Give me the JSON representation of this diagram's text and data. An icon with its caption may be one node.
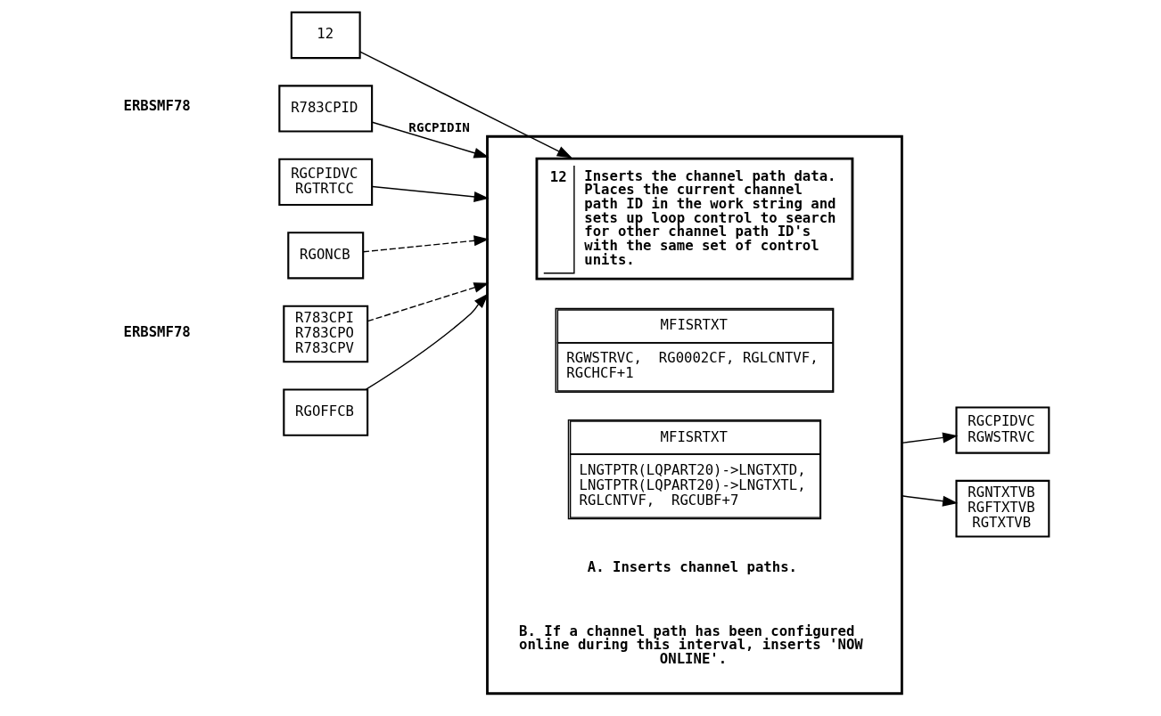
{
  "diagram": {
    "nodes": [
      {
        "text": [],
        "shape": "box"
      },
      {
        "text": [
          "12",
          "Inserts the channel path data. Places the current channel path ID in the work string and sets up loop control to search for other channel path ID's with the same set of control units."
        ],
        "in": 0
      },
      {
        "text": [
          "MFISRTXT",
          "RGWSTRVC,  RG0002CF, RGLCNTVF, RGCHCF+1"
        ],
        "in": 0
      },
      {
        "text": [
          "MFISRTXT",
          "LNGTPTR(LQPART20)->LNGTXTD, LNGTPTR(LQPART20)->LNGTXTL, RGLCNTVF,  RGCUBF+7"
        ],
        "in": 0
      },
      {
        "text": [
          "12"
        ]
      },
      {
        "text": [
          "R783CPID"
        ]
      },
      {
        "text": [
          "RGCPIDVC RGTRTCC"
        ]
      },
      {
        "text": [
          "RGONCB"
        ]
      },
      {
        "text": [
          "R783CPI  R783CPO R783CPV"
        ]
      },
      {
        "text": [
          "RGOFFCB"
        ]
      },
      {
        "text": [
          "RGCPIDVC RGWSTRVC"
        ]
      },
      {
        "text": [
          "RGNTXTVB RGFTXTVB RGTXTVB"
        ]
      }
    ],
    "edges": [
      {
        "from": 4,
        "to": 1,
        "arrow": "to"
      },
      {
        "from": 5,
        "to": 0,
        "arrow": "to",
        "label": "RGCPIDIN"
      },
      {
        "from": 6,
        "to": 0,
        "arrow": "to"
      },
      {
        "from": 7,
        "to": 0,
        "arrow": "to",
        "style": "dashed"
      },
      {
        "from": 8,
        "to": 0,
        "arrow": "to",
        "style": "dashed"
      },
      {
        "from": 9,
        "to": 0,
        "arrow": "to"
      },
      {
        "from": 0,
        "to": 10,
        "arrow": "to"
      },
      {
        "from": 0,
        "to": 11,
        "arrow": "to"
      }
    ],
    "labels": [
      "ERBSMF78",
      "A. Inserts channel paths.",
      "ERBSMF78",
      "B. If a channel path has been configured online during this interval, inserts 'NOW ONLINE'."
    ]
  }
}
